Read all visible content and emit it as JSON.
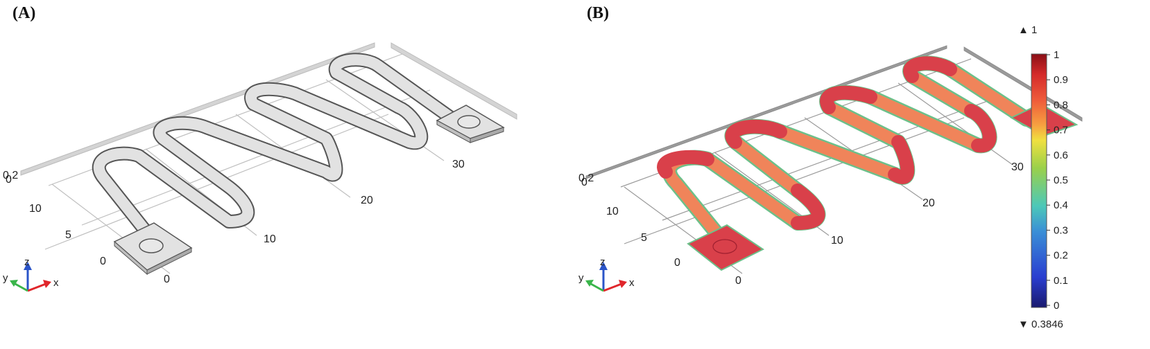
{
  "panels": {
    "a": {
      "label": "(A)"
    },
    "b": {
      "label": "(B)"
    }
  },
  "axes": {
    "x_ticks": [
      "0",
      "10",
      "20",
      "30"
    ],
    "y_ticks": [
      "0",
      "5",
      "10"
    ],
    "z_ticks": [
      "0.2",
      "0"
    ],
    "triad": {
      "x": "x",
      "y": "y",
      "z": "z"
    }
  },
  "colorbar": {
    "max_marker": "▲ 1",
    "min_marker": "▼ 0.3846",
    "ticks": [
      "1",
      "0.9",
      "0.8",
      "0.7",
      "0.6",
      "0.5",
      "0.4",
      "0.3",
      "0.2",
      "0.1",
      "0"
    ]
  },
  "colors": {
    "geometry_fill": "#e2e2e2",
    "geometry_stroke": "#555555",
    "result_straight": "#f0845a",
    "result_bend": "#d9404a",
    "result_edge": "#6cc08a",
    "triad_x": "#e0262b",
    "triad_y": "#39b54a",
    "triad_z": "#2a54c8"
  }
}
